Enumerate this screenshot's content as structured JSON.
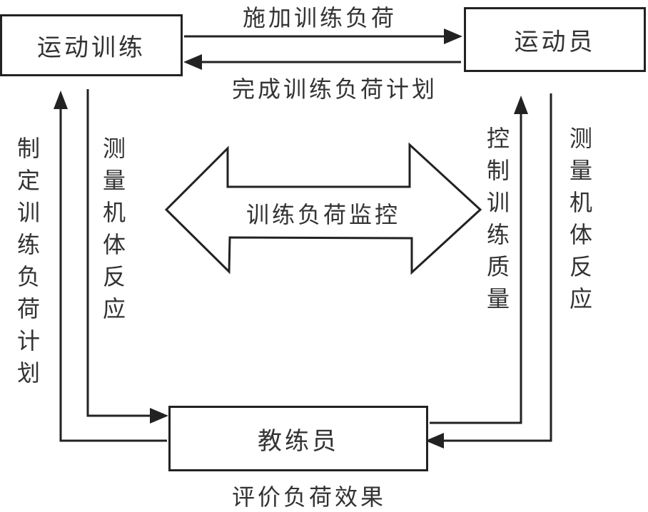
{
  "nodes": {
    "training": "运动训练",
    "athlete": "运动员",
    "coach": "教练员"
  },
  "edges": {
    "apply_load": "施加训练负荷",
    "complete_plan": "完成训练负荷计划",
    "make_plan": "制定训练负荷计划",
    "measure_left": "测量机体反应",
    "control_quality": "控制训练质量",
    "measure_right": "测量机体反应",
    "evaluate": "评价负荷效果"
  },
  "center": {
    "monitor": "训练负荷监控"
  }
}
